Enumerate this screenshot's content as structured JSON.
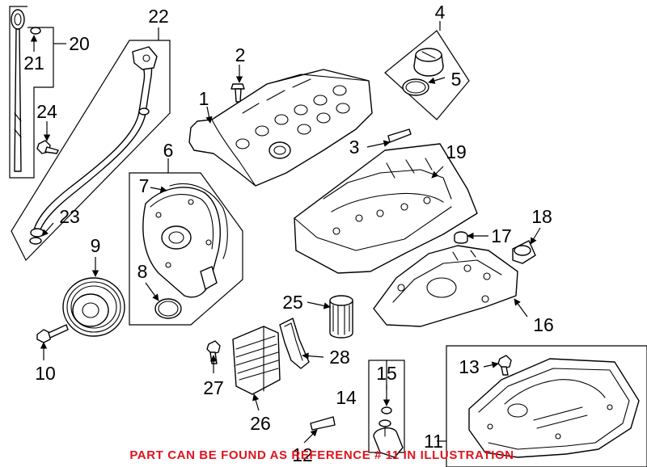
{
  "diagram": {
    "callouts": [
      "1",
      "2",
      "3",
      "4",
      "5",
      "6",
      "7",
      "8",
      "9",
      "10",
      "11",
      "12",
      "13",
      "14",
      "15",
      "16",
      "17",
      "18",
      "19",
      "20",
      "21",
      "22",
      "23",
      "24",
      "25",
      "26",
      "27",
      "28"
    ],
    "notice": "PART CAN BE FOUND AS REFERENCE # 11 IN ILLUSTRATION",
    "notice_color": "#e0141e"
  }
}
